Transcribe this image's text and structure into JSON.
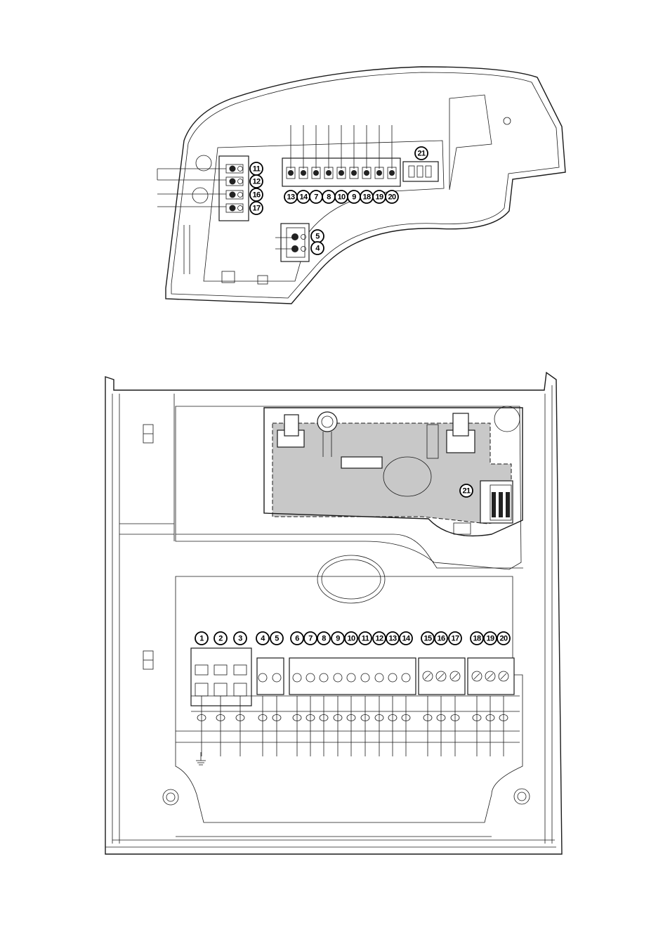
{
  "top_unit": {
    "left_block": [
      "11",
      "12",
      "16",
      "17"
    ],
    "middle_block": [
      "13",
      "14",
      "7",
      "8",
      "10",
      "9",
      "18",
      "19",
      "20"
    ],
    "lower_block": [
      "5",
      "4"
    ],
    "connector": "21"
  },
  "bottom_unit": {
    "terminals": [
      "1",
      "2",
      "3",
      "4",
      "5",
      "6",
      "7",
      "8",
      "9",
      "10",
      "11",
      "12",
      "13",
      "14",
      "15",
      "16",
      "17",
      "18",
      "19",
      "20"
    ],
    "connector": "21"
  }
}
